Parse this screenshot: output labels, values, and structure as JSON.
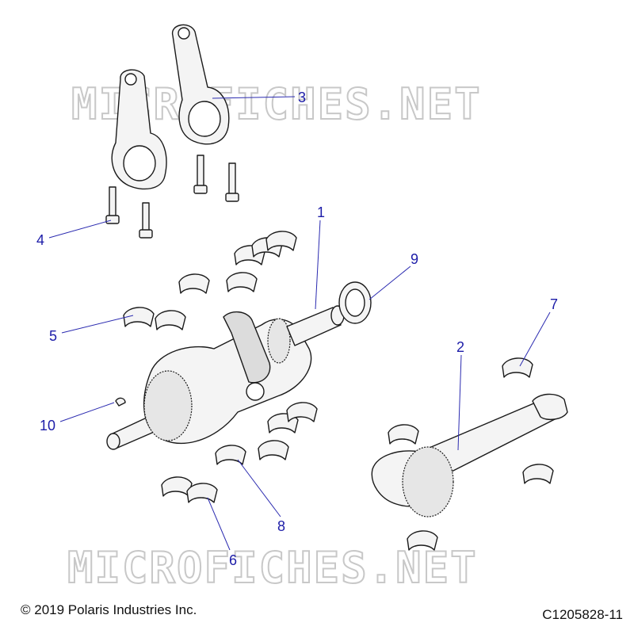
{
  "watermark": {
    "top_text": "MICROFICHES.NET",
    "bottom_text": "MICROFICHES.NET"
  },
  "callouts": {
    "c1": "1",
    "c2": "2",
    "c3": "3",
    "c4": "4",
    "c5": "5",
    "c6": "6",
    "c7": "7",
    "c8": "8",
    "c9": "9",
    "c10": "10"
  },
  "footer": {
    "copyright": "© 2019 Polaris Industries Inc.",
    "figure_id": "C1205828-11"
  },
  "colors": {
    "callout_blue": "#1c1ca8",
    "line": "#1a1a1a",
    "watermark": "#c8c8c8"
  }
}
